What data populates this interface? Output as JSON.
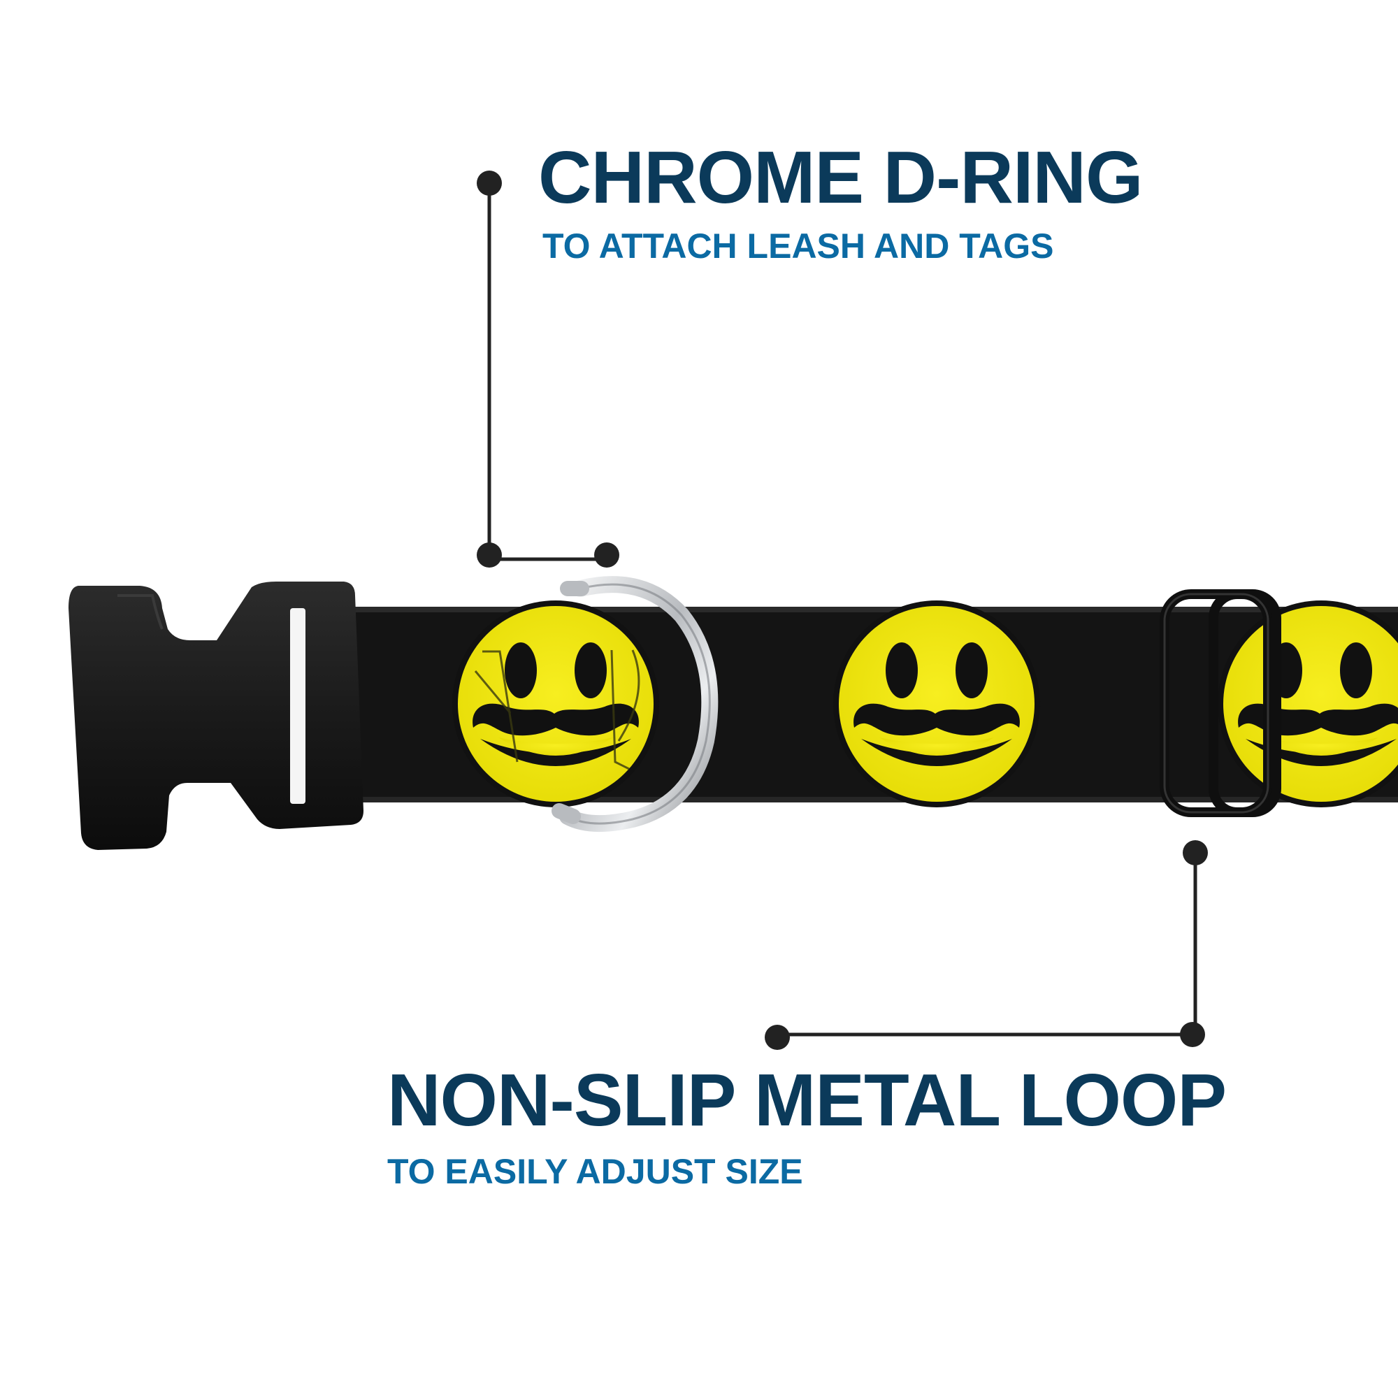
{
  "callouts": {
    "dring": {
      "title": "CHROME D-RING",
      "subtitle": "TO ATTACH LEASH AND TAGS"
    },
    "loop": {
      "title": "NON-SLIP METAL LOOP",
      "subtitle": "TO EASILY ADJUST SIZE"
    }
  },
  "colors": {
    "title": "#0b3a5a",
    "subtitle": "#0b6aa3",
    "leader": "#222222",
    "strap": "#141414",
    "face": "#f2ea10",
    "buckle": "#1c1c1c",
    "ring": "#c9ccd0"
  },
  "product": {
    "pattern": "smiley-face-with-mustache",
    "parts": [
      "side-release-buckle",
      "chrome-d-ring",
      "metal-loop-slider",
      "printed-strap"
    ]
  }
}
